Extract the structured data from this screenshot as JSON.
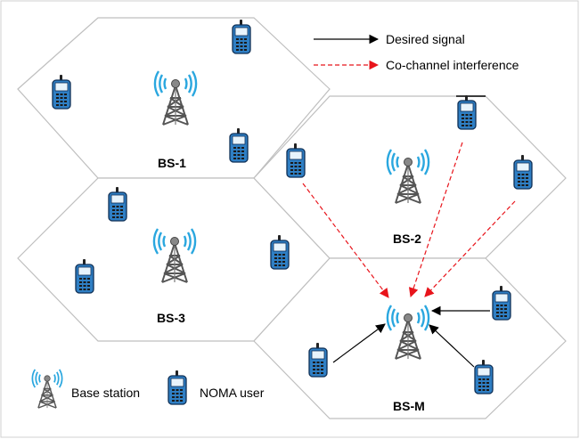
{
  "legend": {
    "desired_signal": "Desired signal",
    "interference": "Co-channel interference",
    "base_station": "Base station",
    "noma_user": "NOMA user"
  },
  "cells": [
    {
      "label": "BS-1"
    },
    {
      "label": "BS-2"
    },
    {
      "label": "BS-3"
    },
    {
      "label": "BS-M"
    }
  ],
  "colors": {
    "desired": "#000000",
    "interference": "#e8141b",
    "cell_border": "#bfbfbf",
    "tower": "#555555",
    "signal_waves": "#2aa7df",
    "phone_body": "#2f7fc4"
  },
  "icons": {
    "base_station": "antenna-tower-icon",
    "user": "mobile-phone-icon"
  }
}
